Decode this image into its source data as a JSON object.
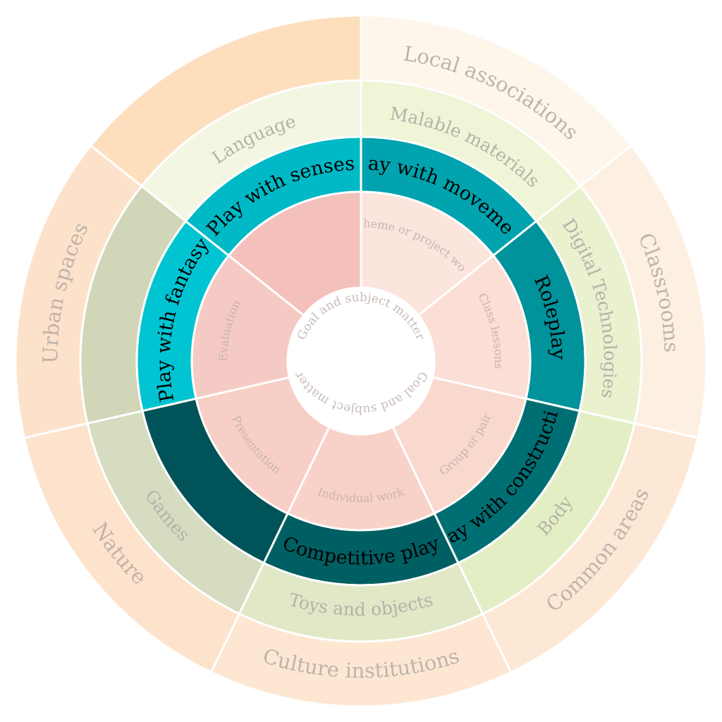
{
  "center": {
    "label": "Goal and subject matter",
    "fill": "#ffffff"
  },
  "rings": [
    {
      "id": "work-forms",
      "text_color": "#c9b3ad",
      "segments": [
        {
          "label": "Theme or project work",
          "color": "#fce5dd"
        },
        {
          "label": "Class lessons",
          "color": "#fbded5"
        },
        {
          "label": "Group or pair",
          "color": "#f9d8ce"
        },
        {
          "label": "Individual work",
          "color": "#f8d2c8"
        },
        {
          "label": "Presentation",
          "color": "#f7cfc6"
        },
        {
          "label": "Evaluation",
          "color": "#f6cac4"
        },
        {
          "label": "",
          "color": "#f4c0bc"
        }
      ]
    },
    {
      "id": "play-types",
      "text_color": "#000000",
      "segments": [
        {
          "label": "Play with movement",
          "color": "#00a3ae"
        },
        {
          "label": "Roleplay",
          "color": "#00939b"
        },
        {
          "label": "Play with construction",
          "color": "#006f73"
        },
        {
          "label": "Competitive play",
          "color": "#005f62"
        },
        {
          "label": "",
          "color": "#005358"
        },
        {
          "label": "Play with fantasy",
          "color": "#00c4d1"
        },
        {
          "label": "Play with senses",
          "color": "#00b9c6"
        }
      ]
    },
    {
      "id": "materials",
      "text_color": "#b3b3a8",
      "segments": [
        {
          "label": "Malable materials",
          "color": "#eff5d6"
        },
        {
          "label": "Digital Technologies",
          "color": "#e9f1cf"
        },
        {
          "label": "Body",
          "color": "#e4eec5"
        },
        {
          "label": "Toys and objects",
          "color": "#e0e8c6"
        },
        {
          "label": "Games",
          "color": "#d5dcc0"
        },
        {
          "label": "",
          "color": "#d1d6b8"
        },
        {
          "label": "Language",
          "color": "#f4f6e4"
        }
      ]
    },
    {
      "id": "spaces",
      "text_color": "#bfb4aa",
      "segments": [
        {
          "label": "Local associations",
          "color": "#fef5eb"
        },
        {
          "label": "Classrooms",
          "color": "#fdefe2"
        },
        {
          "label": "Common areas",
          "color": "#fde8d6"
        },
        {
          "label": "Culture institutions",
          "color": "#fde7d3"
        },
        {
          "label": "Nature",
          "color": "#fde3cc"
        },
        {
          "label": "Urban spaces",
          "color": "#fde2cb"
        },
        {
          "label": "",
          "color": "#fddfbe"
        }
      ]
    }
  ]
}
